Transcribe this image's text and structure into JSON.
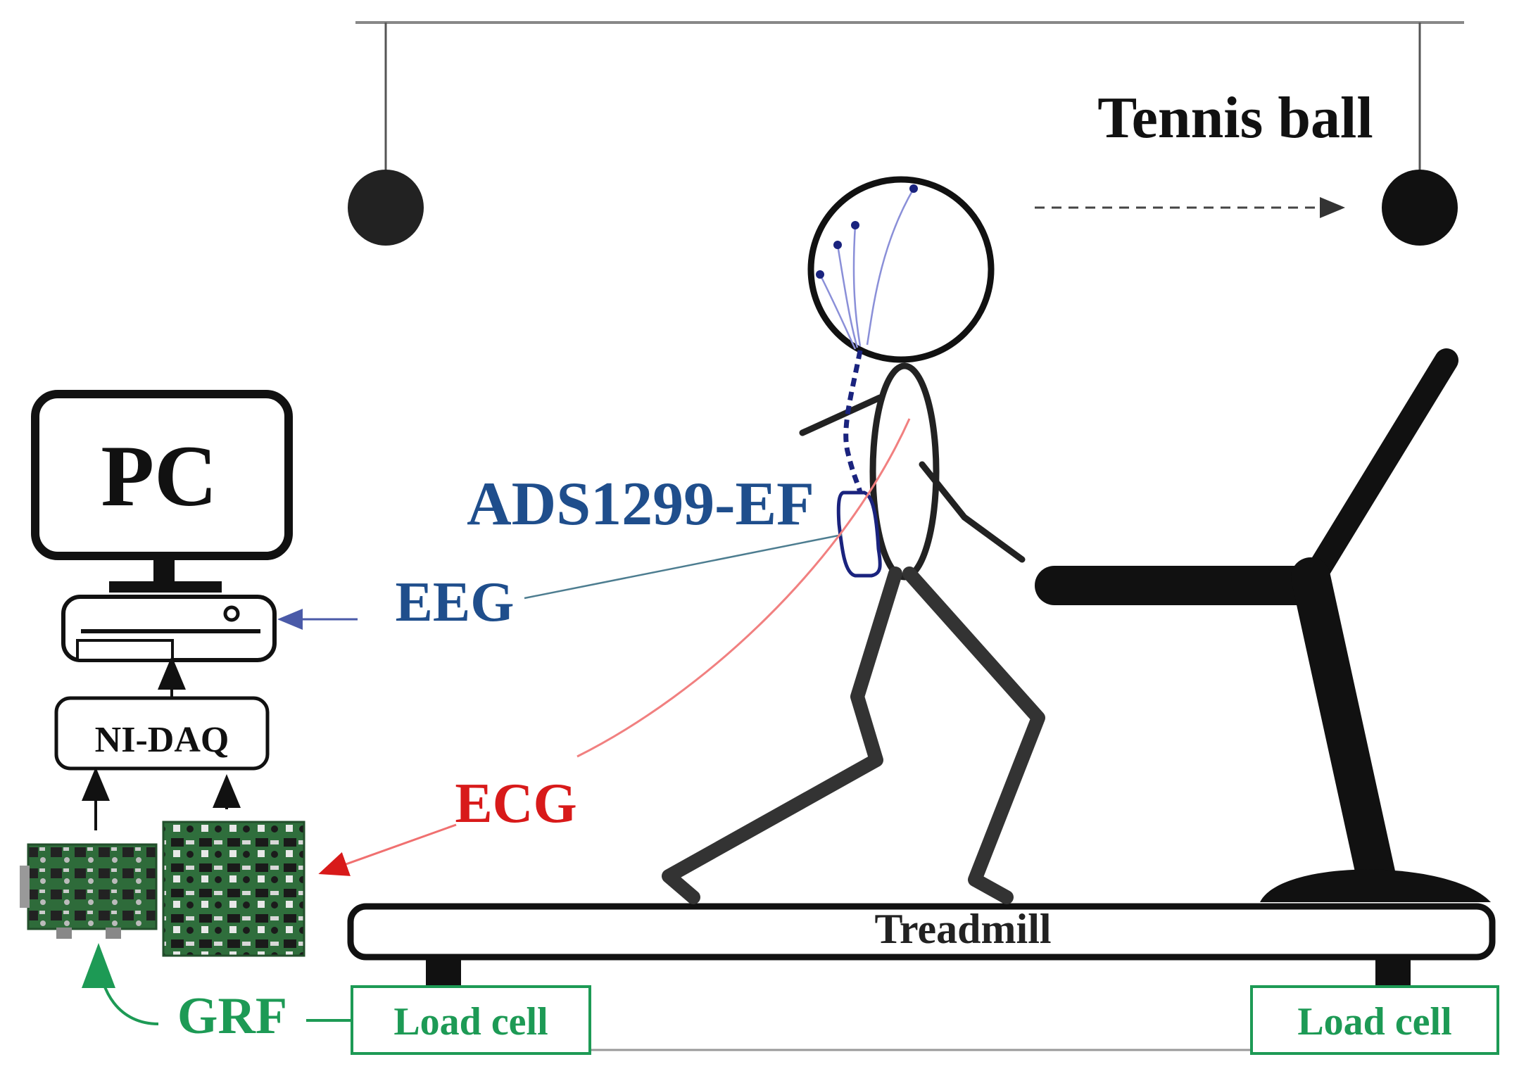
{
  "labels": {
    "tennis_ball": "Tennis ball",
    "pc": "PC",
    "device": "ADS1299-EF",
    "eeg": "EEG",
    "ecg": "ECG",
    "nidaq": "NI-DAQ",
    "treadmill": "Treadmill",
    "grf": "GRF",
    "load_cell_left": "Load cell",
    "load_cell_right": "Load cell"
  },
  "colors": {
    "line": "#1a1a1a",
    "eeg_blue": "#1f4e8c",
    "electrode": "#1a237e",
    "ecg_red": "#d81a1a",
    "grf_green": "#1d9a55",
    "board_green": "#2e6b3a"
  },
  "icons": {
    "pc": "computer-icon",
    "ball": "tennis-ball-icon",
    "board": "circuit-board-icon"
  }
}
